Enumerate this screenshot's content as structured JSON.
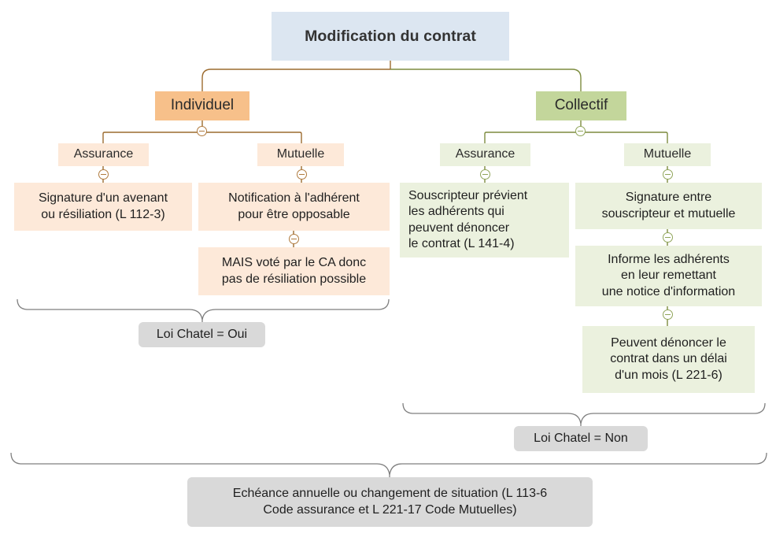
{
  "diagram": {
    "title": "Modification du contrat",
    "type": "hierarchical-tree",
    "colors": {
      "root_fill": "#dce6f1",
      "individuel_fill": "#f7c08a",
      "collectif_fill": "#c3d69b",
      "individuel_light_fill": "#fde9d9",
      "collectif_light_fill": "#ebf1de",
      "summary_fill": "#d9d9d9",
      "individuel_connector": "#9c6b2f",
      "collectif_connector": "#7d8c3f",
      "brace_stroke": "#808080"
    },
    "root": {
      "label": "Modification du contrat"
    },
    "branches": [
      {
        "key": "individuel",
        "label": "Individuel",
        "children": [
          {
            "key": "individuel-assurance",
            "label": "Assurance",
            "leaves": [
              {
                "key": "individuel-assurance-leaf-1",
                "label": "Signature d'un avenant\nou résiliation (L 112-3)"
              }
            ]
          },
          {
            "key": "individuel-mutuelle",
            "label": "Mutuelle",
            "leaves": [
              {
                "key": "individuel-mutuelle-leaf-1",
                "label": "Notification à l'adhérent\npour être opposable"
              },
              {
                "key": "individuel-mutuelle-leaf-2",
                "label": "MAIS voté par le CA donc\npas de résiliation possible"
              }
            ]
          }
        ]
      },
      {
        "key": "collectif",
        "label": "Collectif",
        "children": [
          {
            "key": "collectif-assurance",
            "label": "Assurance",
            "leaves": [
              {
                "key": "collectif-assurance-leaf-1",
                "label": "Souscripteur prévient\nles adhérents qui\npeuvent dénoncer\nle contrat (L 141-4)"
              }
            ]
          },
          {
            "key": "collectif-mutuelle",
            "label": "Mutuelle",
            "leaves": [
              {
                "key": "collectif-mutuelle-leaf-1",
                "label": "Signature entre\nsouscripteur et mutuelle"
              },
              {
                "key": "collectif-mutuelle-leaf-2",
                "label": "Informe les adhérents\nen leur remettant\nune notice d'information"
              },
              {
                "key": "collectif-mutuelle-leaf-3",
                "label": "Peuvent dénoncer le\ncontrat dans un délai\nd'un mois (L 221-6)"
              }
            ]
          }
        ]
      }
    ],
    "summaries": [
      {
        "key": "loi-chatel-oui",
        "label": "Loi Chatel = Oui"
      },
      {
        "key": "loi-chatel-non",
        "label": "Loi Chatel = Non"
      },
      {
        "key": "echeance-annuelle",
        "label": "Echéance annuelle ou changement de situation (L 113-6\nCode assurance et L 221-17 Code Mutuelles)"
      }
    ]
  }
}
